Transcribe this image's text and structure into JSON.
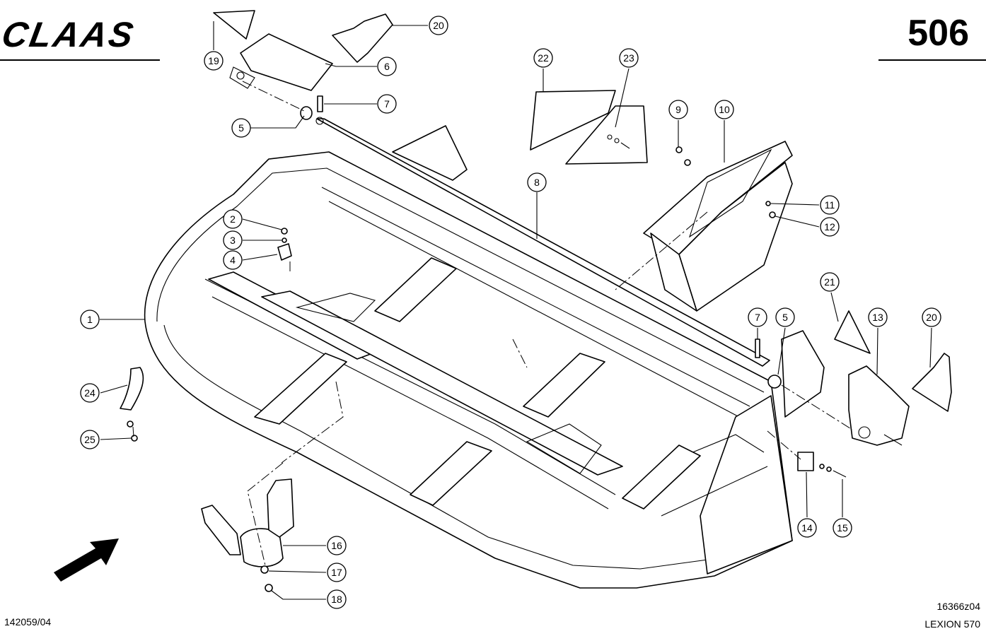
{
  "header": {
    "brand": "CLAAS",
    "page_number": "506"
  },
  "footer": {
    "doc_code": "142059/04",
    "drawing_code": "16366z04",
    "model": "LEXION 570"
  },
  "callouts": [
    {
      "label": "1"
    },
    {
      "label": "2"
    },
    {
      "label": "3"
    },
    {
      "label": "4"
    },
    {
      "label": "5"
    },
    {
      "label": "6"
    },
    {
      "label": "7"
    },
    {
      "label": "8"
    },
    {
      "label": "9"
    },
    {
      "label": "10"
    },
    {
      "label": "11"
    },
    {
      "label": "12"
    },
    {
      "label": "19"
    },
    {
      "label": "20"
    },
    {
      "label": "22"
    },
    {
      "label": "23"
    },
    {
      "label": "21"
    },
    {
      "label": "13"
    },
    {
      "label": "20"
    },
    {
      "label": "7"
    },
    {
      "label": "5"
    },
    {
      "label": "24"
    },
    {
      "label": "25"
    },
    {
      "label": "14"
    },
    {
      "label": "15"
    },
    {
      "label": "16"
    },
    {
      "label": "17"
    },
    {
      "label": "18"
    }
  ]
}
